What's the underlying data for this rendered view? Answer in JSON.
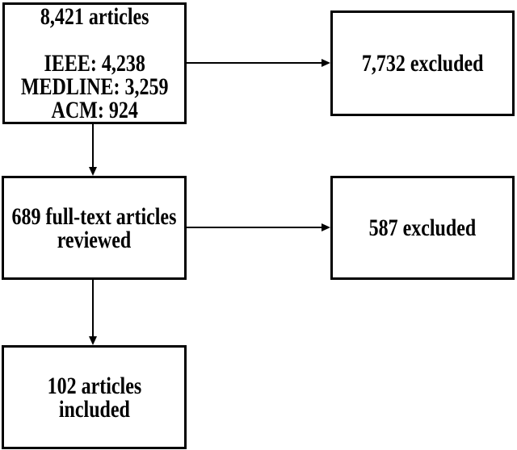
{
  "flowchart": {
    "colors": {
      "background": "#ffffff",
      "border": "#000000",
      "text": "#000000",
      "arrow": "#000000"
    },
    "boxes": {
      "identified": {
        "text": "8,421 articles\n\nIEEE: 4,238\nMEDLINE: 3,259\nACM: 924"
      },
      "excluded_screening": {
        "text": "7,732 excluded"
      },
      "full_text_reviewed": {
        "text": "689 full-text articles\nreviewed"
      },
      "excluded_full_text": {
        "text": "587 excluded"
      },
      "included": {
        "text": "102 articles\nincluded"
      }
    },
    "arrows": [
      {
        "from": "identified",
        "to": "excluded_screening",
        "direction": "right"
      },
      {
        "from": "identified",
        "to": "full_text_reviewed",
        "direction": "down"
      },
      {
        "from": "full_text_reviewed",
        "to": "excluded_full_text",
        "direction": "right"
      },
      {
        "from": "full_text_reviewed",
        "to": "included",
        "direction": "down"
      }
    ]
  }
}
